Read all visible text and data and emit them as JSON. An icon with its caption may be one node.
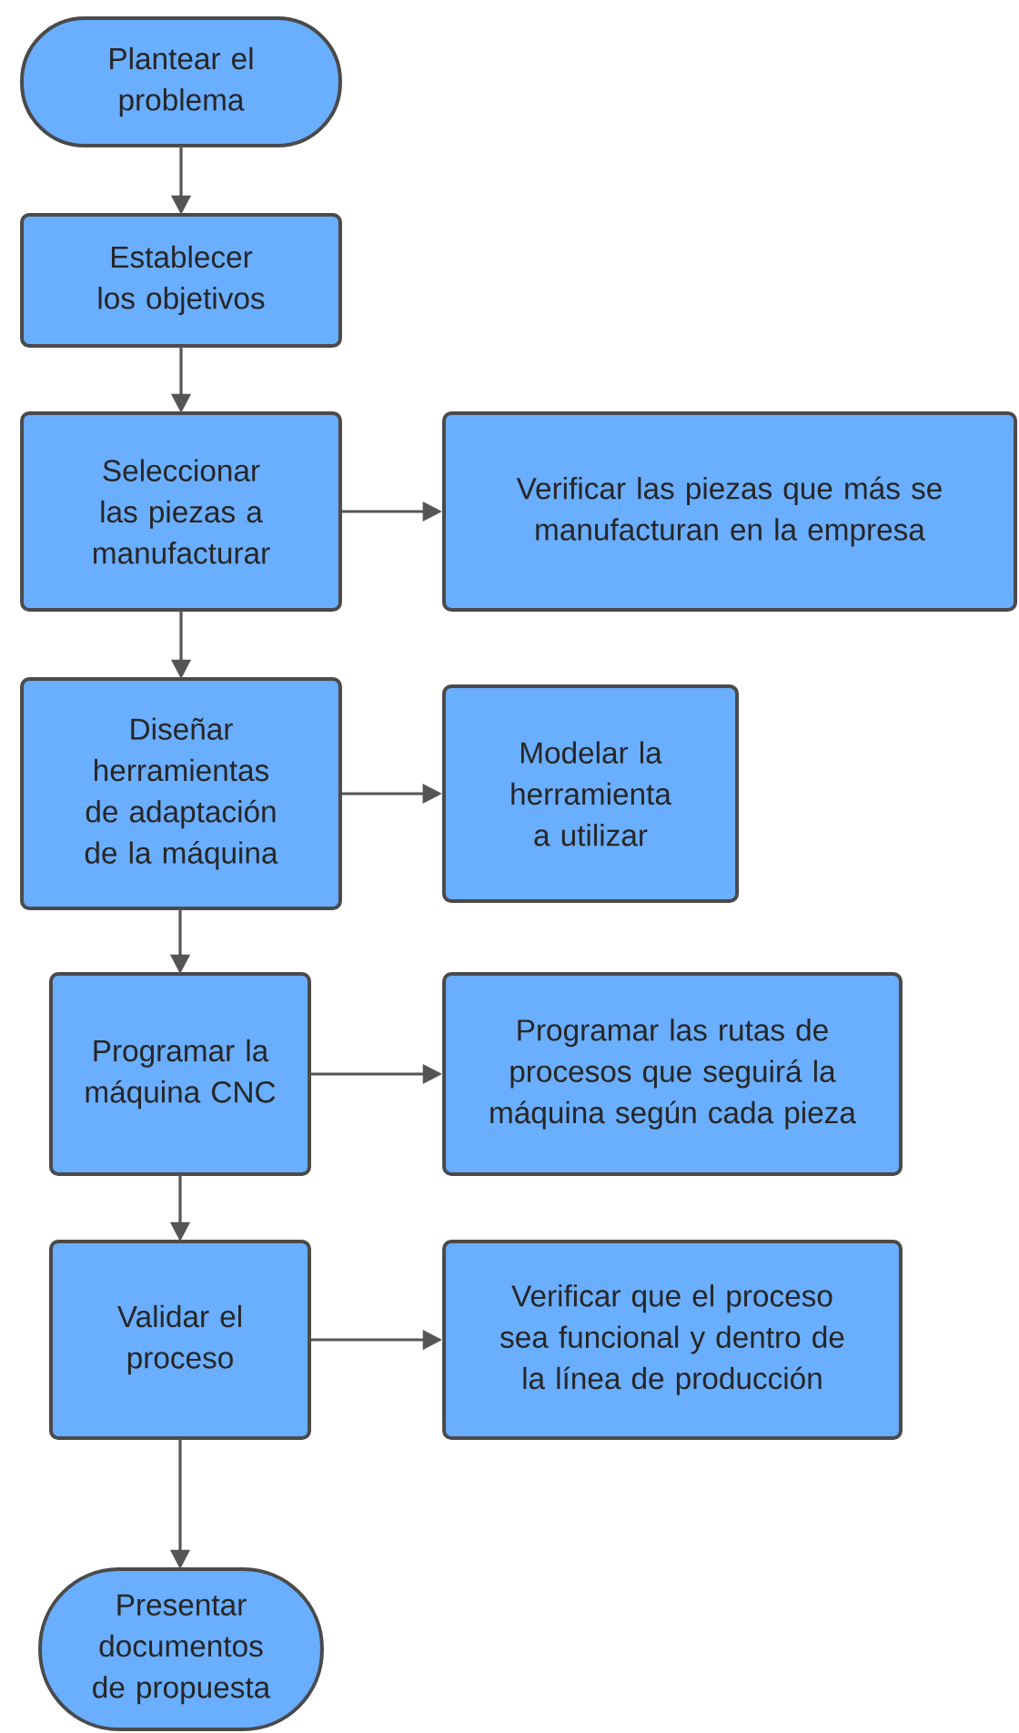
{
  "diagram": {
    "nodes": [
      {
        "text": [
          "Plantear el problema"
        ]
      },
      {
        "text": [
          "Establecer los objetivos"
        ]
      },
      {
        "text": [
          "Seleccionar las piezas a manufacturar"
        ]
      },
      {
        "text": [
          "Verificar las piezas que más se manufacturan en la empresa"
        ]
      },
      {
        "text": [
          "Diseñar herramientas de adaptación de la máquina"
        ]
      },
      {
        "text": [
          "Modelar la herramienta a utilizar"
        ]
      },
      {
        "text": [
          "Programar la máquina CNC"
        ]
      },
      {
        "text": [
          "Programar las rutas de procesos que seguirá la máquina según cada pieza"
        ]
      },
      {
        "text": [
          "Validar el proceso"
        ]
      },
      {
        "text": [
          "Verificar que el proceso sea funcional y dentro de la línea de producción"
        ]
      },
      {
        "text": [
          "Presentar documentos de propuesta"
        ]
      }
    ],
    "edges": [
      {
        "from": 0,
        "to": 1,
        "arrow": "to"
      },
      {
        "from": 1,
        "to": 2,
        "arrow": "to"
      },
      {
        "from": 2,
        "to": 3,
        "arrow": "to"
      },
      {
        "from": 2,
        "to": 4,
        "arrow": "to"
      },
      {
        "from": 4,
        "to": 5,
        "arrow": "to"
      },
      {
        "from": 4,
        "to": 6,
        "arrow": "to"
      },
      {
        "from": 6,
        "to": 7,
        "arrow": "to"
      },
      {
        "from": 6,
        "to": 8,
        "arrow": "to"
      },
      {
        "from": 8,
        "to": 9,
        "arrow": "to"
      },
      {
        "from": 8,
        "to": 10,
        "arrow": "to"
      }
    ]
  }
}
